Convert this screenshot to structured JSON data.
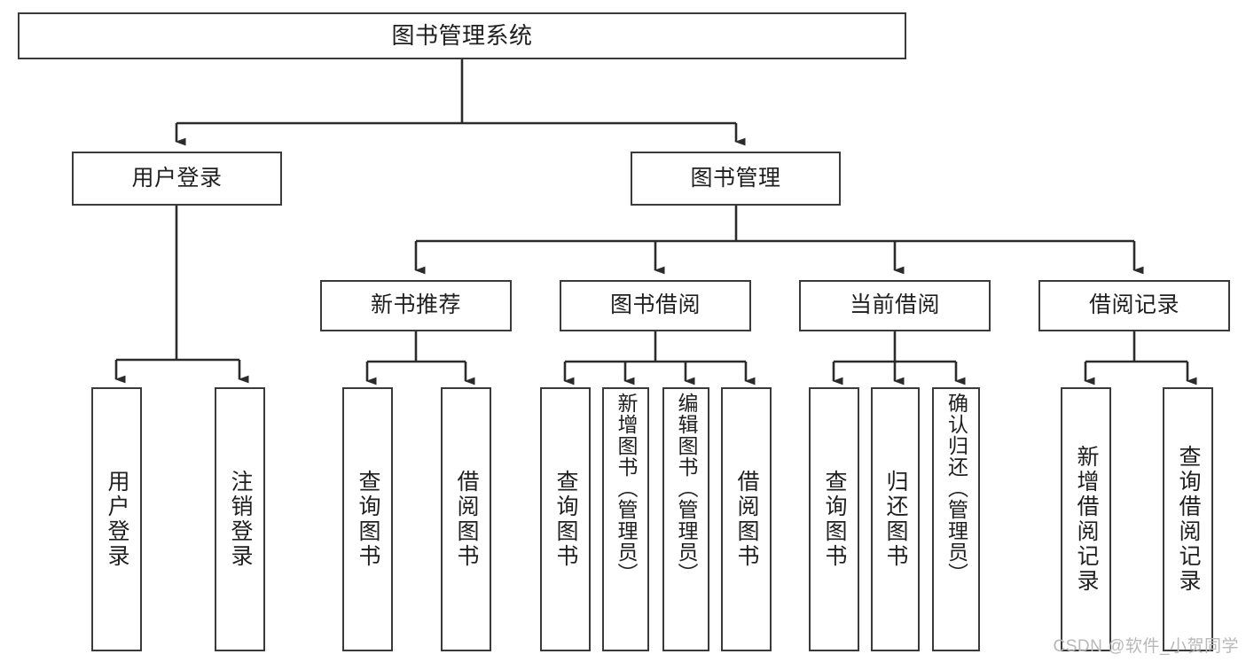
{
  "diagram": {
    "title": "图书管理系统",
    "type": "tree",
    "watermark": "CSDN @软件_小贺同学",
    "colors": {
      "box_border": "#3a3a3a",
      "box_fill": "#ffffff",
      "edge": "#2b2b2b",
      "text": "#1f1f1f",
      "watermark": "#b8b8b8",
      "background": "#ffffff"
    },
    "levels": {
      "root": [
        "图书管理系统"
      ],
      "level2": [
        "用户登录",
        "图书管理"
      ],
      "level3": [
        "新书推荐",
        "图书借阅",
        "当前借阅",
        "借阅记录"
      ],
      "leaves": [
        "用户登录",
        "注销登录",
        "查询图书",
        "借阅图书",
        "查询图书",
        "新增图书（管理员）",
        "编辑图书（管理员）",
        "借阅图书",
        "查询图书",
        "归还图书",
        "确认归还（管理员）",
        "新增借阅记录",
        "查询借阅记录"
      ]
    },
    "nodes": {
      "root": {
        "label": "图书管理系统"
      },
      "user_login": {
        "label": "用户登录"
      },
      "book_manage": {
        "label": "图书管理"
      },
      "new_book_rec": {
        "label": "新书推荐"
      },
      "book_borrow": {
        "label": "图书借阅"
      },
      "current_borrow": {
        "label": "当前借阅"
      },
      "borrow_record": {
        "label": "借阅记录"
      },
      "leaf_user_login": {
        "label": "用户登录"
      },
      "leaf_logout": {
        "label": "注销登录"
      },
      "leaf_query_book_1": {
        "label": "查询图书"
      },
      "leaf_borrow_book_1": {
        "label": "借阅图书"
      },
      "leaf_query_book_2": {
        "label": "查询图书"
      },
      "leaf_add_book_admin": {
        "label": "新增图书（管理员）"
      },
      "leaf_edit_book_admin": {
        "label": "编辑图书（管理员）"
      },
      "leaf_borrow_book_2": {
        "label": "借阅图书"
      },
      "leaf_query_book_3": {
        "label": "查询图书"
      },
      "leaf_return_book": {
        "label": "归还图书"
      },
      "leaf_confirm_return_admin": {
        "label": "确认归还（管理员）"
      },
      "leaf_add_borrow_record": {
        "label": "新增借阅记录"
      },
      "leaf_query_borrow_record": {
        "label": "查询借阅记录"
      }
    },
    "edges": [
      {
        "from": "root",
        "to": "user_login"
      },
      {
        "from": "root",
        "to": "book_manage"
      },
      {
        "from": "user_login",
        "to": "leaf_user_login"
      },
      {
        "from": "user_login",
        "to": "leaf_logout"
      },
      {
        "from": "book_manage",
        "to": "new_book_rec"
      },
      {
        "from": "book_manage",
        "to": "book_borrow"
      },
      {
        "from": "book_manage",
        "to": "current_borrow"
      },
      {
        "from": "book_manage",
        "to": "borrow_record"
      },
      {
        "from": "new_book_rec",
        "to": "leaf_query_book_1"
      },
      {
        "from": "new_book_rec",
        "to": "leaf_borrow_book_1"
      },
      {
        "from": "book_borrow",
        "to": "leaf_query_book_2"
      },
      {
        "from": "book_borrow",
        "to": "leaf_add_book_admin"
      },
      {
        "from": "book_borrow",
        "to": "leaf_edit_book_admin"
      },
      {
        "from": "book_borrow",
        "to": "leaf_borrow_book_2"
      },
      {
        "from": "current_borrow",
        "to": "leaf_query_book_3"
      },
      {
        "from": "current_borrow",
        "to": "leaf_return_book"
      },
      {
        "from": "current_borrow",
        "to": "leaf_confirm_return_admin"
      },
      {
        "from": "borrow_record",
        "to": "leaf_add_borrow_record"
      },
      {
        "from": "borrow_record",
        "to": "leaf_query_borrow_record"
      }
    ]
  }
}
